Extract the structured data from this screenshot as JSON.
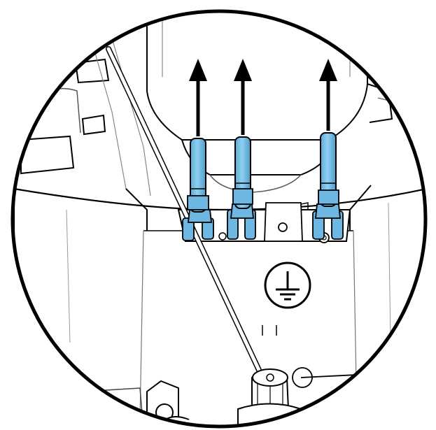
{
  "diagram": {
    "colors": {
      "outline": "#000000",
      "line_gray": "#8c8c8c",
      "connector_fill": "#7cc2e8",
      "connector_shadow": "#4f9bc8",
      "background": "#ffffff"
    },
    "icons": {
      "ground_symbol": "protective-earth-ground-icon",
      "pull_direction": "arrow-up-icon"
    },
    "connectors": [
      {
        "id": "left",
        "pull_direction": "up"
      },
      {
        "id": "middle",
        "pull_direction": "up"
      },
      {
        "id": "right",
        "pull_direction": "up"
      }
    ]
  }
}
